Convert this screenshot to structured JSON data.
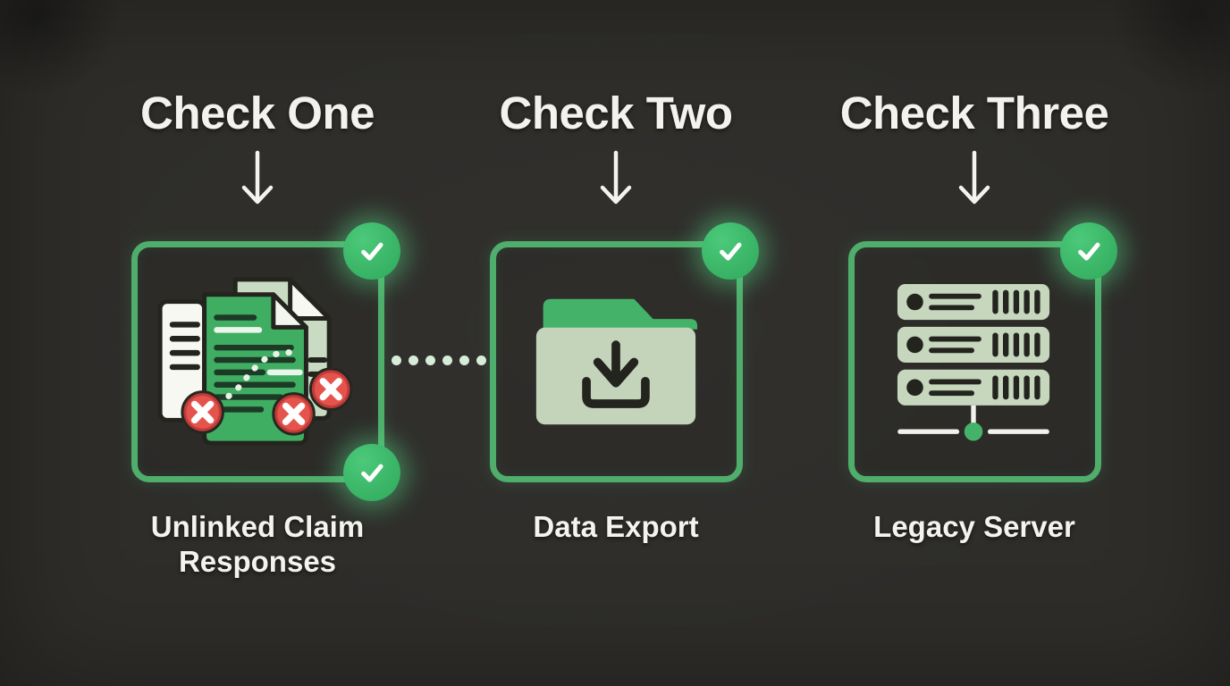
{
  "colors": {
    "background": "#2e2d2a",
    "box_border_green": "#4fae6c",
    "badge_green": "#3ab968",
    "document_green": "#3fae62",
    "pale_green": "#c9dcc3",
    "folder_tab_green": "#44b369",
    "folder_body": "#c3d4bb",
    "server_unit": "#c6d7be",
    "error_red": "#e5544c",
    "text_white": "#f4f3ef"
  },
  "columns": [
    {
      "heading": "Check One",
      "label_lines": [
        "Unlinked Claim",
        "Responses"
      ],
      "icon": "claim-documents-error-icon",
      "badges": [
        "top-right",
        "bottom-right"
      ],
      "error_marks": 3
    },
    {
      "heading": "Check Two",
      "label_lines": [
        "Data Export"
      ],
      "icon": "folder-download-icon",
      "badges": [
        "top-right"
      ]
    },
    {
      "heading": "Check Three",
      "label_lines": [
        "Legacy Server"
      ],
      "icon": "server-stack-icon",
      "badges": [
        "top-right"
      ]
    }
  ],
  "connector": {
    "between": [
      "Check One",
      "Check Two"
    ],
    "style": "dotted",
    "dot_count": 6
  }
}
